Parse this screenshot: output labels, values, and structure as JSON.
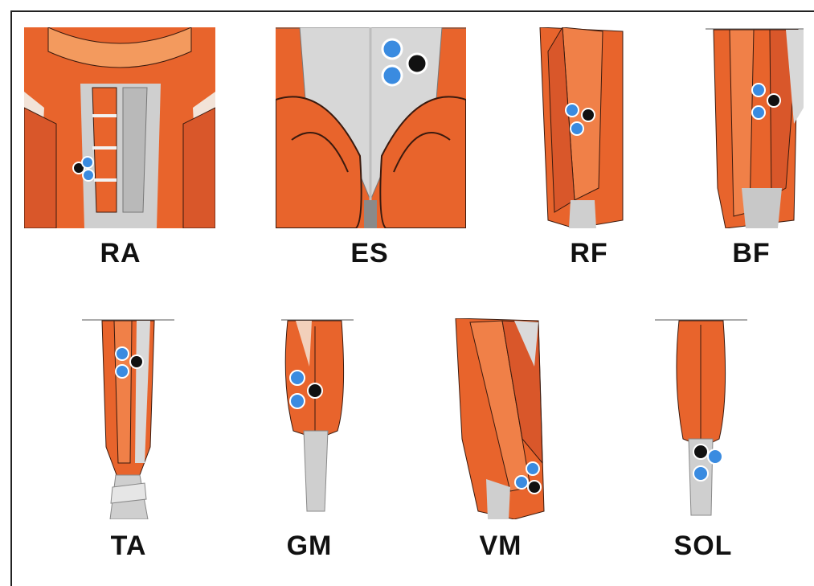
{
  "figure": {
    "muscles": [
      {
        "id": "ra",
        "label": "RA"
      },
      {
        "id": "es",
        "label": "ES"
      },
      {
        "id": "rf",
        "label": "RF"
      },
      {
        "id": "bf",
        "label": "BF"
      },
      {
        "id": "ta",
        "label": "TA"
      },
      {
        "id": "gm",
        "label": "GM"
      },
      {
        "id": "vm",
        "label": "VM"
      },
      {
        "id": "sol",
        "label": "SOL"
      }
    ]
  },
  "colors": {
    "muscle": "#e8642c",
    "muscle_light": "#f39a5e",
    "muscle_line": "#3a1a0e",
    "tendon": "#c8c8c8",
    "skin_bg": "#ffffff",
    "electrode_blue": "#3a8be0",
    "electrode_ref": "#111111"
  }
}
